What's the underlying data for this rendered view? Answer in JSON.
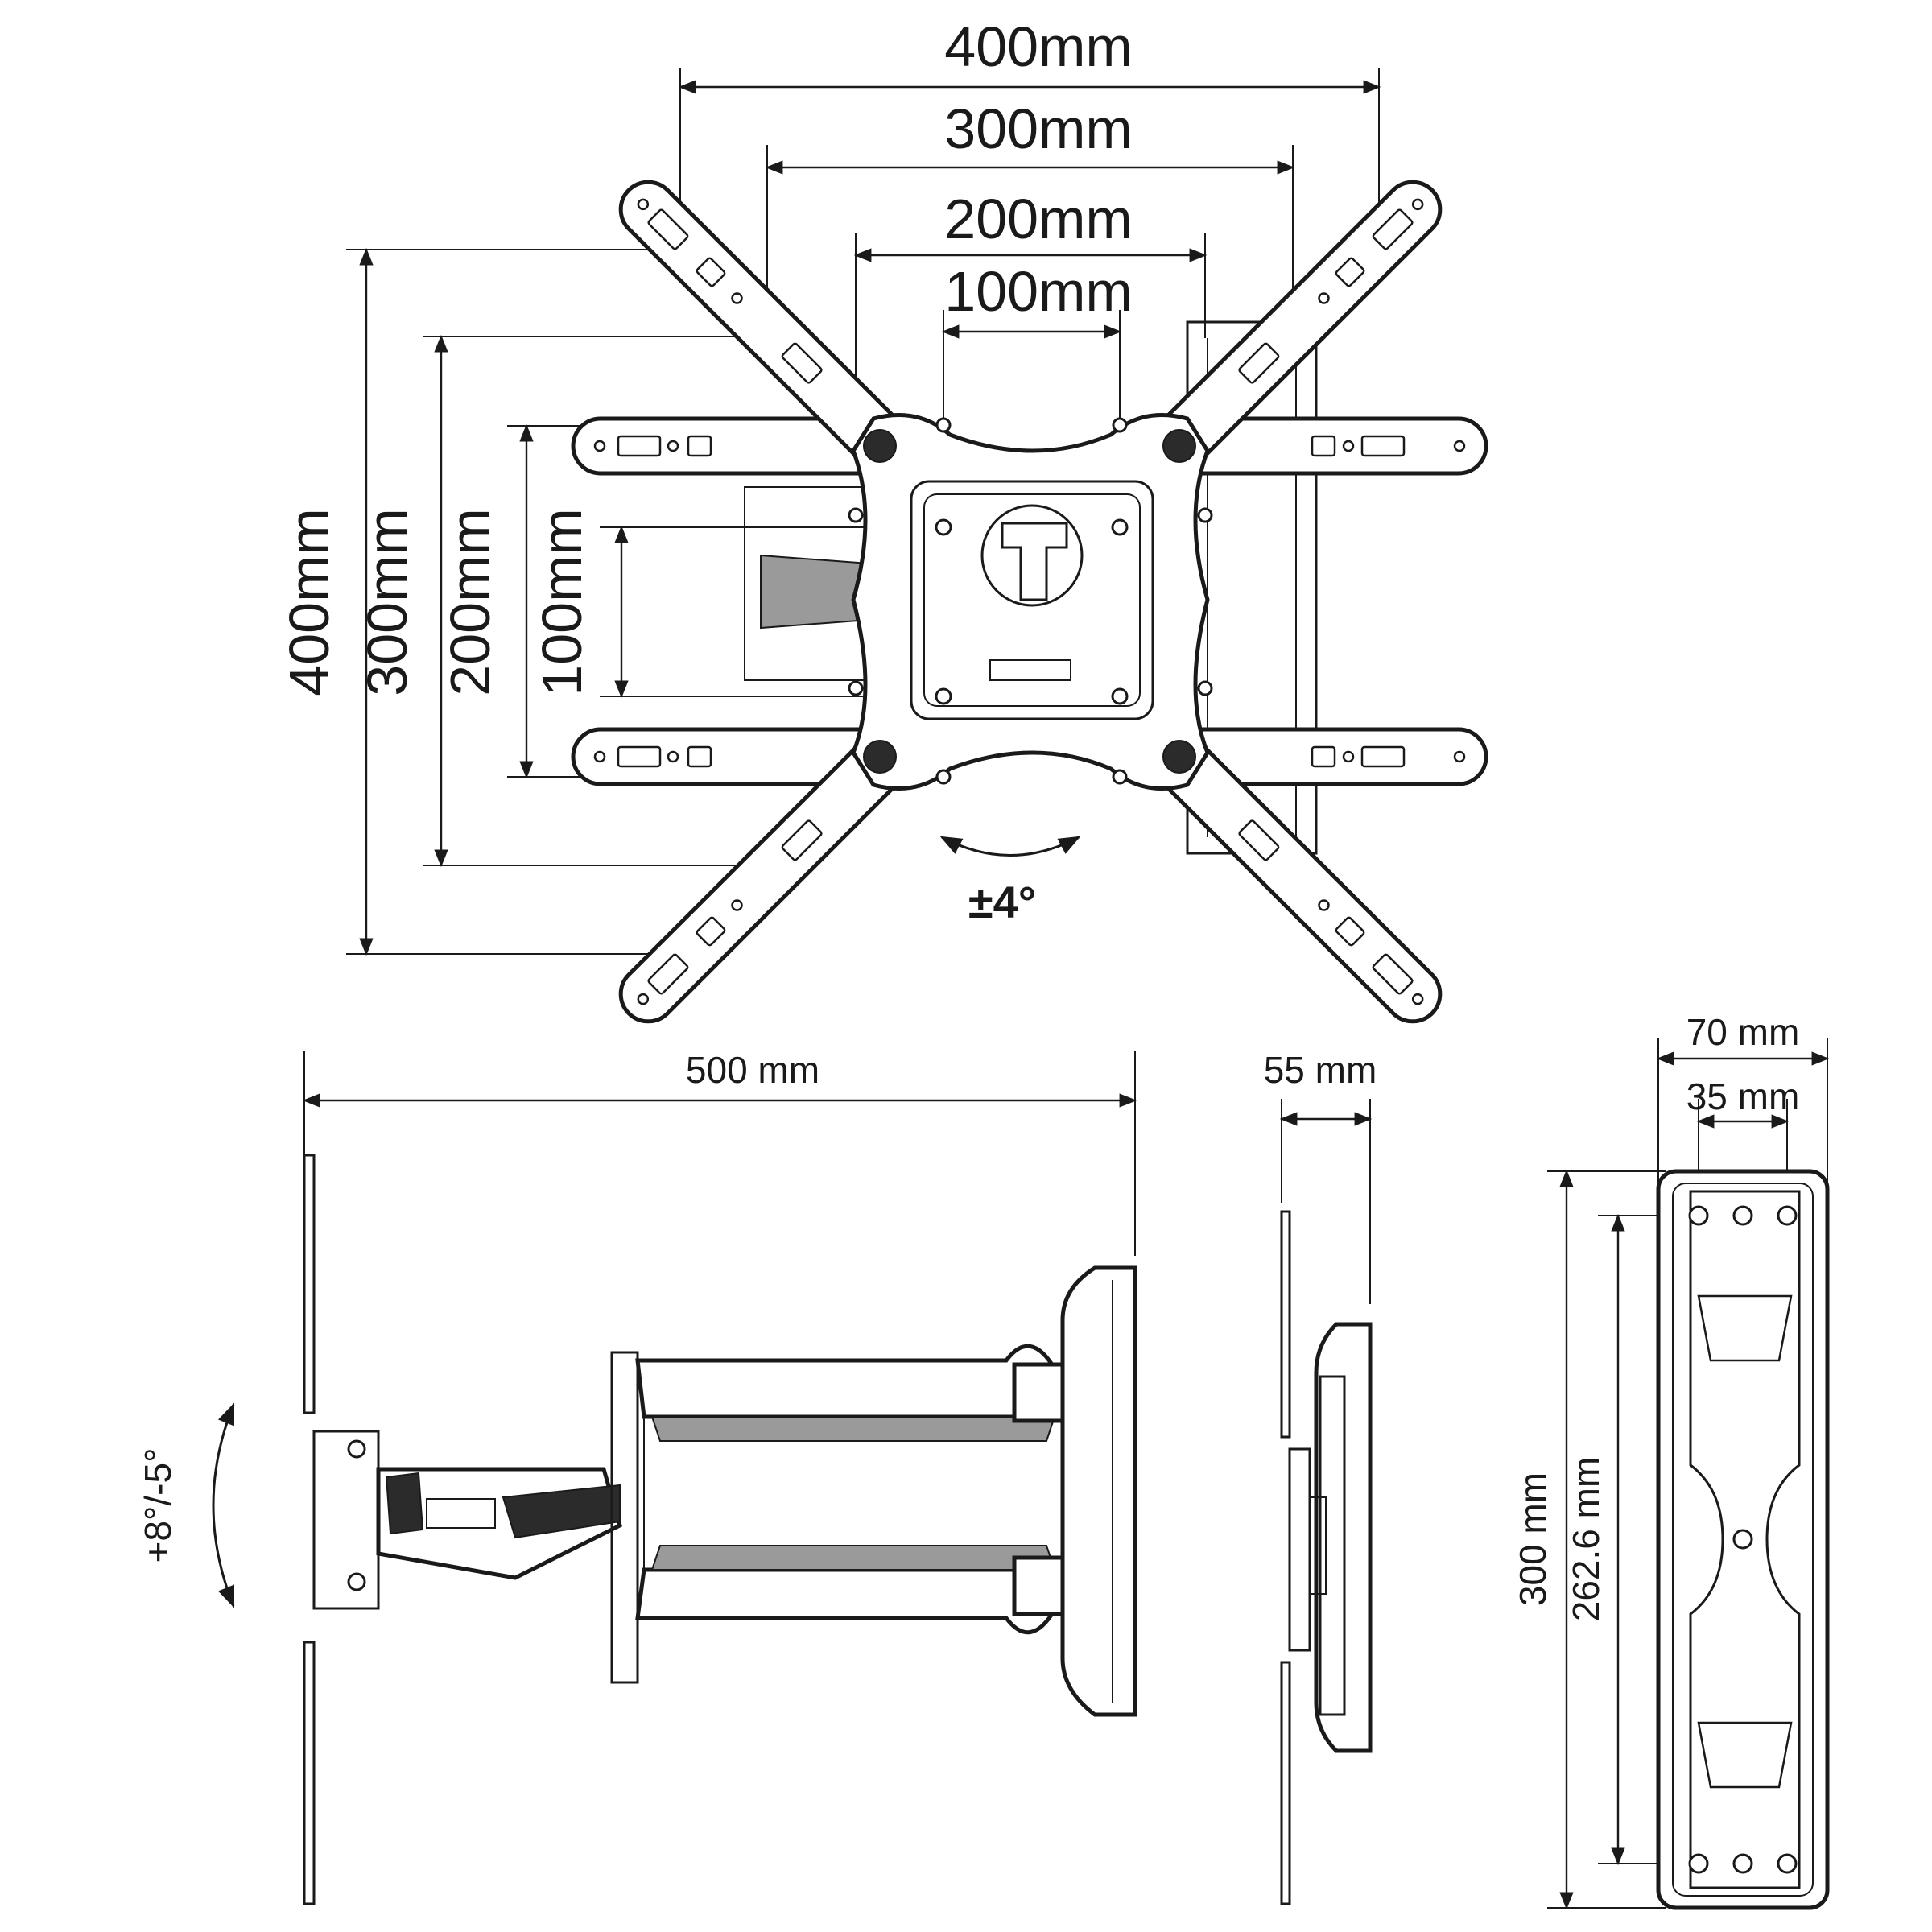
{
  "front_view": {
    "horizontal_dims": [
      "400mm",
      "300mm",
      "200mm",
      "100mm"
    ],
    "vertical_dims": [
      "400mm",
      "300mm",
      "200mm",
      "100mm"
    ],
    "tilt_rotation": "±4°"
  },
  "side_view": {
    "length": "500 mm",
    "tilt": "+8°/-5°"
  },
  "profile_view": {
    "depth": "55 mm"
  },
  "wall_plate_view": {
    "width": "70 mm",
    "hole_spacing": "35 mm",
    "height": "300 mm",
    "hole_height": "262.6 mm"
  }
}
